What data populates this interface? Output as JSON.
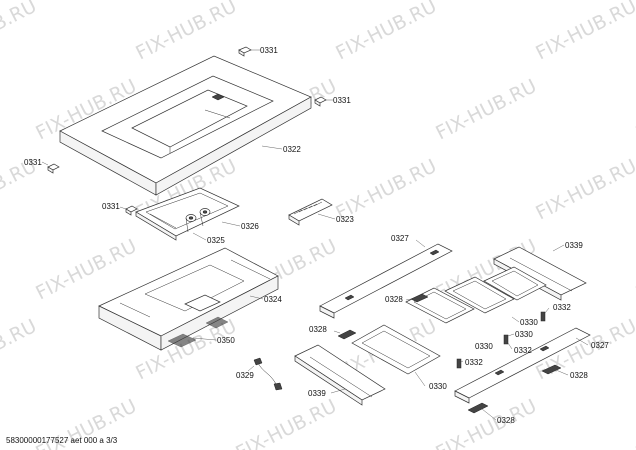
{
  "watermark": "FIX-HUB.RU",
  "footer": "58300000177527 aet 000 a 3/3",
  "labels": {
    "p0331": "0331",
    "p0322": "0322",
    "p0326": "0326",
    "p0325": "0325",
    "p0323": "0323",
    "p0324": "0324",
    "p0350": "0350",
    "p0329": "0329",
    "p0327": "0327",
    "p0339": "0339",
    "p0328": "0328",
    "p0330": "0330",
    "p0332": "0332"
  }
}
